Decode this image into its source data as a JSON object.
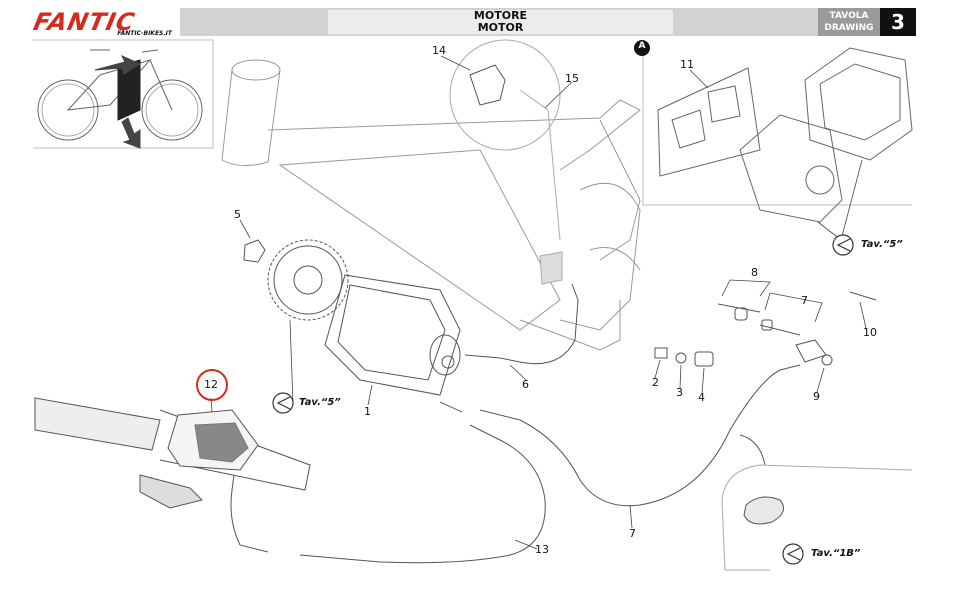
{
  "brand": {
    "name": "FANTIC",
    "url": "FANTIC-BIKES.IT",
    "color": "#d52b1e"
  },
  "header": {
    "title_it": "MOTORE",
    "title_en": "MOTOR",
    "drawing_it": "TAVOLA",
    "drawing_en": "DRAWING",
    "number": "3"
  },
  "detail_marker": "A",
  "callouts": [
    {
      "id": "1",
      "label": "1"
    },
    {
      "id": "2",
      "label": "2"
    },
    {
      "id": "3",
      "label": "3"
    },
    {
      "id": "4",
      "label": "4"
    },
    {
      "id": "5",
      "label": "5"
    },
    {
      "id": "6",
      "label": "6"
    },
    {
      "id": "7a",
      "label": "7"
    },
    {
      "id": "7b",
      "label": "7"
    },
    {
      "id": "8",
      "label": "8"
    },
    {
      "id": "9",
      "label": "9"
    },
    {
      "id": "10",
      "label": "10"
    },
    {
      "id": "11",
      "label": "11"
    },
    {
      "id": "12",
      "label": "12"
    },
    {
      "id": "13",
      "label": "13"
    },
    {
      "id": "14",
      "label": "14"
    },
    {
      "id": "15",
      "label": "15"
    }
  ],
  "references": [
    {
      "id": "ref-top",
      "label": "Tav.“5”"
    },
    {
      "id": "ref-mid",
      "label": "Tav.“5”"
    },
    {
      "id": "ref-bottom",
      "label": "Tav.“1B”"
    }
  ],
  "colors": {
    "accent": "#d52b1e",
    "header_bar": "#d2d2d2",
    "header_dark": "#111111",
    "line": "#555555"
  }
}
